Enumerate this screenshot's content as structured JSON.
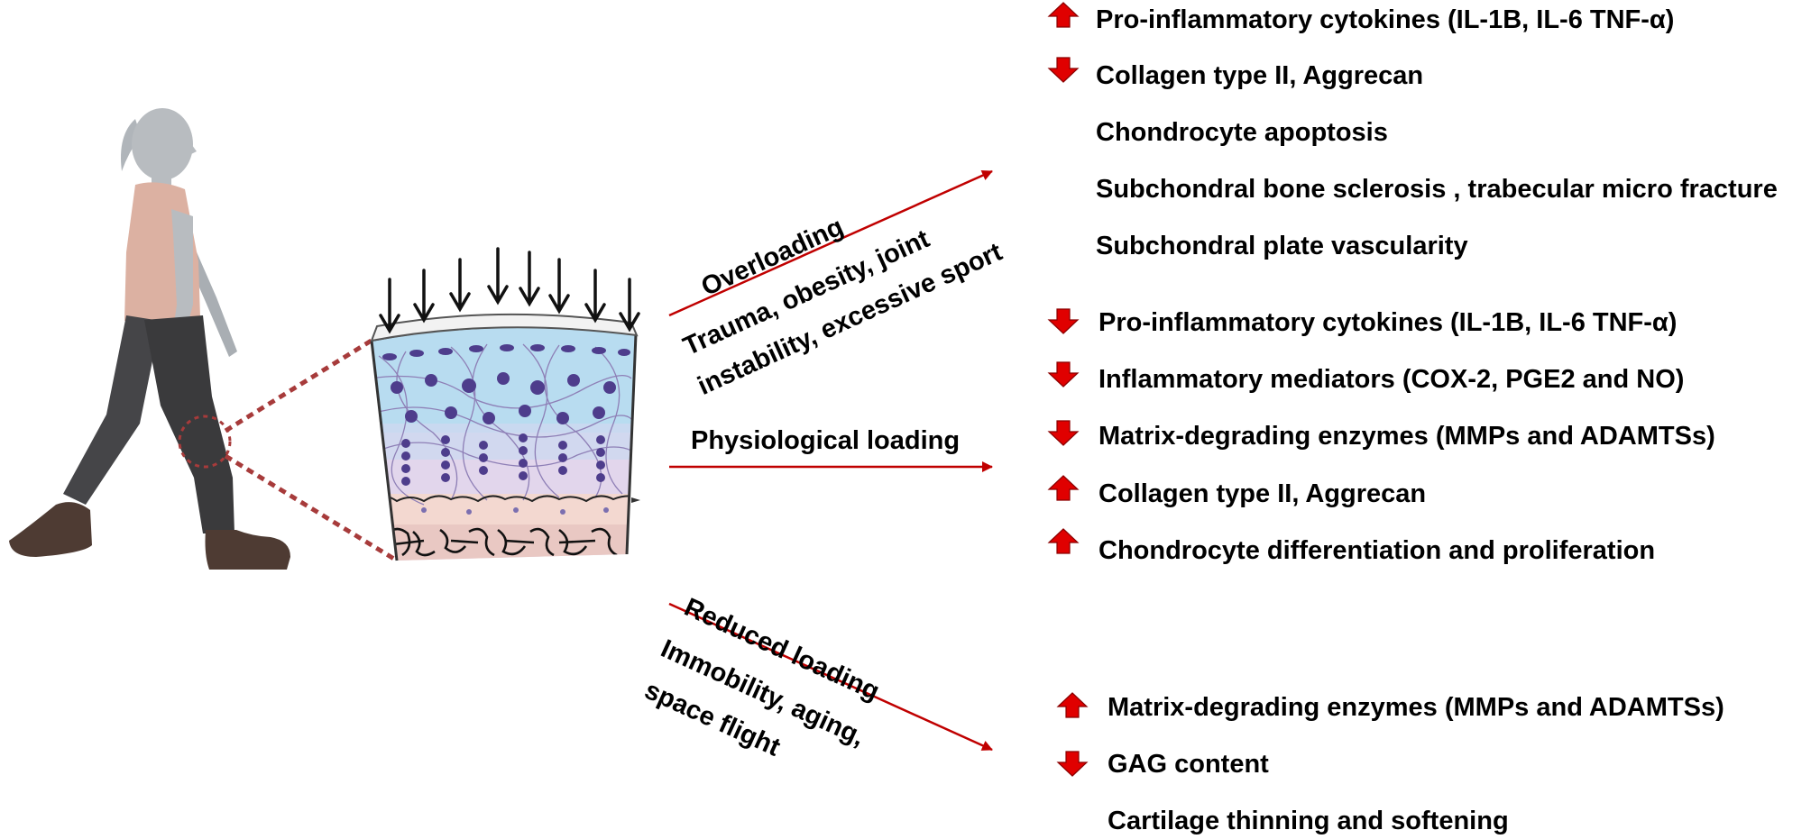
{
  "labels": {
    "overloading": "Overloading",
    "overloading_causes": [
      "Trauma, obesity, joint",
      "instability, excessive sport"
    ],
    "physiological": "Physiological loading",
    "reduced": "Reduced loading",
    "reduced_causes": [
      "Immobility, aging,",
      "space flight"
    ]
  },
  "outcomes": {
    "overloading": [
      {
        "text": "Pro-inflammatory cytokines (IL-1B, IL-6 TNF-α)",
        "arrow": "up"
      },
      {
        "text": "Collagen type II, Aggrecan",
        "arrow": "down"
      },
      {
        "text": "Chondrocyte apoptosis",
        "arrow": "none"
      },
      {
        "text": "Subchondral bone  sclerosis , trabecular micro fracture",
        "arrow": "none"
      },
      {
        "text": "Subchondral plate vascularity",
        "arrow": "none"
      }
    ],
    "physiological": [
      {
        "text": "Pro-inflammatory cytokines (IL-1B, IL-6 TNF-α)",
        "arrow": "down"
      },
      {
        "text": "Inflammatory mediators (COX-2, PGE2 and NO)",
        "arrow": "down"
      },
      {
        "text": "Matrix-degrading enzymes (MMPs and ADAMTSs)",
        "arrow": "down"
      },
      {
        "text": "Collagen type II, Aggrecan",
        "arrow": "up"
      },
      {
        "text": "Chondrocyte differentiation and proliferation",
        "arrow": "up"
      }
    ],
    "reduced": [
      {
        "text": "Matrix-degrading enzymes (MMPs and ADAMTSs)",
        "arrow": "up"
      },
      {
        "text": "GAG content",
        "arrow": "down"
      },
      {
        "text": "Cartilage thinning and softening",
        "arrow": "none"
      }
    ]
  },
  "colors": {
    "arrow_red": "#e00000",
    "connector": "#c00000",
    "dotted": "#a73b3b",
    "skin": "#b8bcc0",
    "shirt": "#dcb1a2",
    "pants": "#3f3f41",
    "shoes": "#4e3b33",
    "cartilage_top": "#b8dcf0",
    "cartilage_mid": "#e2d6ec",
    "cell": "#4e3d8c"
  }
}
